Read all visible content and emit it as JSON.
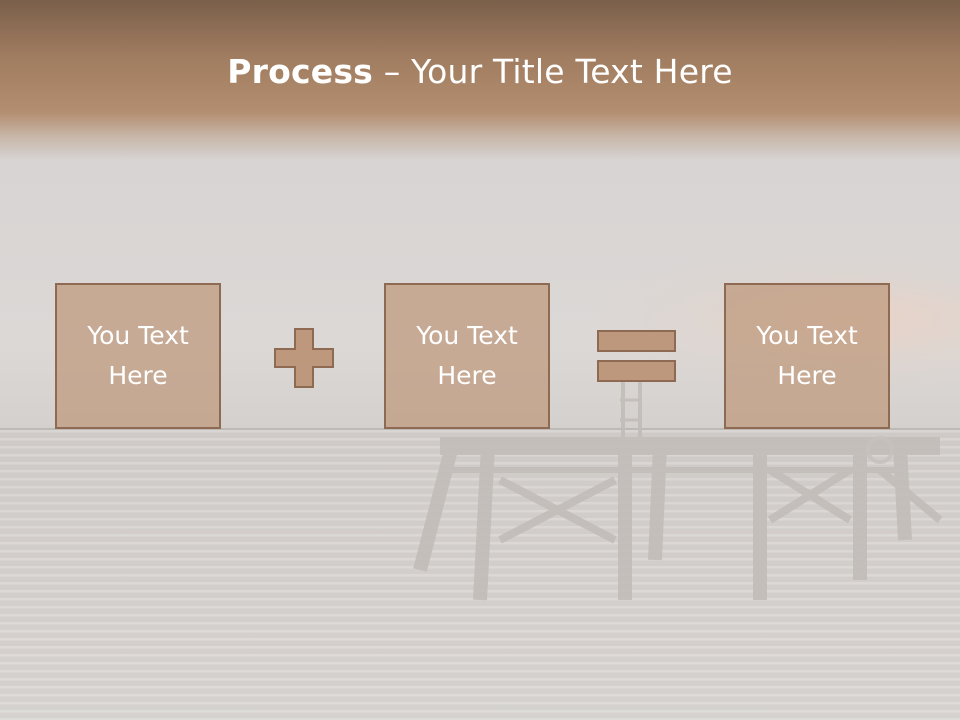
{
  "slide": {
    "title_bold": "Process",
    "title_rest": " – Your Title Text Here",
    "boxes": [
      {
        "text": "You Text Here"
      },
      {
        "text": "You Text Here"
      },
      {
        "text": "You Text Here"
      }
    ],
    "operators": [
      "plus-icon",
      "equals-icon"
    ],
    "colors": {
      "header": "#a07c60",
      "box_fill": "#be987c",
      "box_border": "#8e6a52",
      "text": "#ffffff"
    }
  }
}
